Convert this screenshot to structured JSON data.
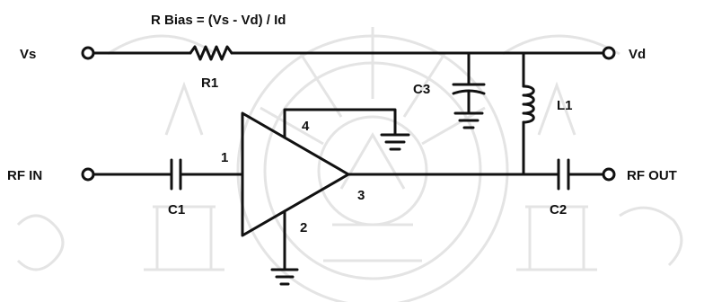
{
  "formula": "R Bias = (Vs - Vd) / Id",
  "ports": {
    "vs": "Vs",
    "vd": "Vd",
    "rf_in": "RF IN",
    "rf_out": "RF OUT"
  },
  "components": {
    "r1": "R1",
    "c1": "C1",
    "c2": "C2",
    "c3": "C3",
    "l1": "L1"
  },
  "pins": {
    "input": "1",
    "ground_bottom": "2",
    "output": "3",
    "ground_top": "4"
  },
  "colors": {
    "wire": "#111111",
    "watermark": "#e4e4e4"
  }
}
